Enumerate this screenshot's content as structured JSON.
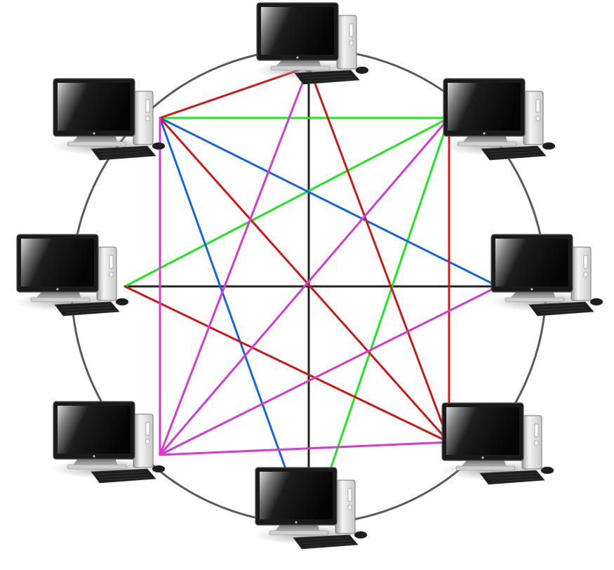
{
  "diagram": {
    "type": "full-mesh-network",
    "ring_color": "#5a5a5a",
    "node_icon": "desktop-computer-icon",
    "nodes": [
      {
        "id": "top"
      },
      {
        "id": "upper-right"
      },
      {
        "id": "right"
      },
      {
        "id": "lower-right"
      },
      {
        "id": "bottom"
      },
      {
        "id": "lower-left"
      },
      {
        "id": "left"
      },
      {
        "id": "upper-left"
      }
    ],
    "links": [
      {
        "from": "top",
        "to": "bottom",
        "color": "#222222"
      },
      {
        "from": "left",
        "to": "right",
        "color": "#222222"
      },
      {
        "from": "upper-left",
        "to": "upper-right",
        "color": "#1ee81e"
      },
      {
        "from": "left",
        "to": "upper-right",
        "color": "#1ee81e"
      },
      {
        "from": "bottom",
        "to": "upper-right",
        "color": "#1ee81e"
      },
      {
        "from": "upper-left",
        "to": "right",
        "color": "#1565e0"
      },
      {
        "from": "upper-left",
        "to": "bottom",
        "color": "#1565e0"
      },
      {
        "from": "top",
        "to": "lower-right",
        "color": "#d01818"
      },
      {
        "from": "upper-left",
        "to": "lower-right",
        "color": "#d01818"
      },
      {
        "from": "left",
        "to": "lower-right",
        "color": "#d01818"
      },
      {
        "from": "upper-right",
        "to": "lower-right",
        "color": "#d01818"
      },
      {
        "from": "top",
        "to": "upper-left",
        "color": "#d01818"
      },
      {
        "from": "top",
        "to": "lower-left",
        "color": "#d53ad5"
      },
      {
        "from": "upper-left",
        "to": "lower-left",
        "color": "#d53ad5"
      },
      {
        "from": "lower-left",
        "to": "upper-right",
        "color": "#d53ad5"
      },
      {
        "from": "lower-left",
        "to": "right",
        "color": "#d53ad5"
      },
      {
        "from": "lower-left",
        "to": "lower-right",
        "color": "#d53ad5"
      }
    ]
  }
}
